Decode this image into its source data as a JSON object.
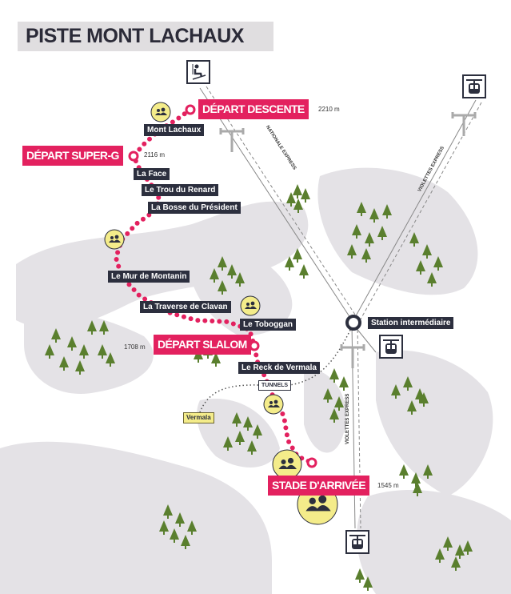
{
  "title": "PISTE MONT LACHAUX",
  "starts": {
    "descente": "DÉPART DESCENTE",
    "superg": "DÉPART SUPER-G",
    "slalom": "DÉPART SLALOM",
    "arrivee": "STADE D'ARRIVÉE"
  },
  "altitudes": {
    "descente": "2210 m",
    "superg": "2116 m",
    "slalom": "1708 m",
    "arrivee": "1545 m"
  },
  "sections": [
    "Mont Lachaux",
    "La Face",
    "Le Trou du Renard",
    "La Bosse du Président",
    "Le Mur de Montanin",
    "La Traverse de Clavan",
    "Le Toboggan",
    "Le Reck de Vermala"
  ],
  "tunnels": "TUNNELS",
  "vermala": "Vermala",
  "station": "Station intermédiaire",
  "lifts": {
    "nationale": "NATIONALE EXPRESS",
    "violettes": "VIOLETTES EXPRESS"
  },
  "colors": {
    "pink": "#e3215f",
    "dark": "#2c2f3e",
    "yellow": "#f4ec8a",
    "terrain": "#e4e2e6",
    "tree": "#5a7f2e"
  },
  "icons": [
    "chairlift-icon",
    "gondola-icon",
    "spectators-icon",
    "tree-icon",
    "pylon-icon"
  ]
}
